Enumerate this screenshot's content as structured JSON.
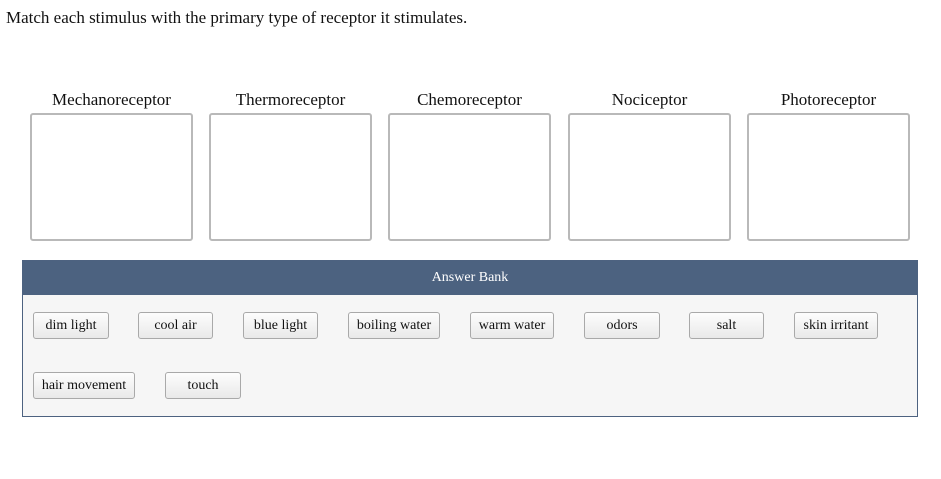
{
  "prompt": "Match each stimulus with the primary type of receptor it stimulates.",
  "categories": [
    {
      "label": "Mechanoreceptor"
    },
    {
      "label": "Thermoreceptor"
    },
    {
      "label": "Chemoreceptor"
    },
    {
      "label": "Nociceptor"
    },
    {
      "label": "Photoreceptor"
    }
  ],
  "answer_bank": {
    "title": "Answer Bank",
    "items": [
      "dim light",
      "cool air",
      "blue light",
      "boiling water",
      "warm water",
      "odors",
      "salt",
      "skin irritant",
      "hair movement",
      "touch"
    ]
  }
}
